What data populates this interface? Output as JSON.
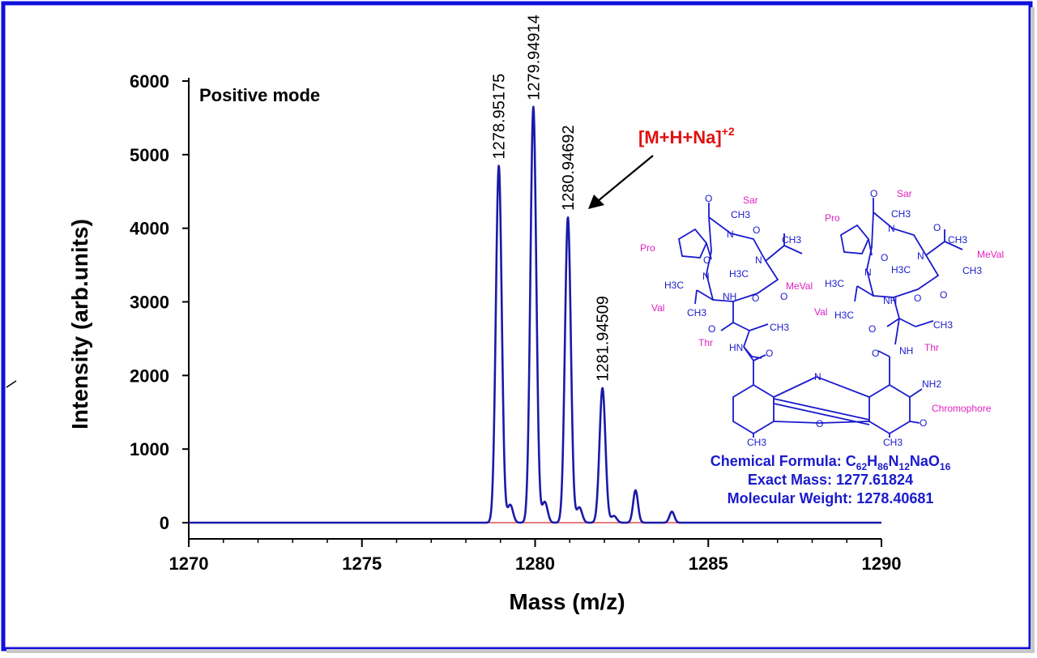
{
  "colors": {
    "frame": "#1010dd",
    "spectrum": "#1a1aa8",
    "baseline": "#e05050",
    "ion": "#e01010",
    "structure": "#1a1acc",
    "residue": "#e020c0"
  },
  "chart_data": {
    "type": "line",
    "xlabel": "Mass (m/z)",
    "ylabel": "Intensity (arb.units)",
    "xlim": [
      1270,
      1290
    ],
    "ylim": [
      0,
      6000
    ],
    "xticks": [
      1270,
      1275,
      1280,
      1285,
      1290
    ],
    "yticks": [
      0,
      1000,
      2000,
      3000,
      4000,
      5000,
      6000
    ],
    "grid": false,
    "peaks": [
      {
        "x": 1278.95175,
        "y": 4850,
        "label": "1278.95175"
      },
      {
        "x": 1279.94914,
        "y": 5650,
        "label": "1279.94914"
      },
      {
        "x": 1280.94692,
        "y": 4150,
        "label": "1280.94692"
      },
      {
        "x": 1281.94509,
        "y": 1830,
        "label": "1281.94509"
      }
    ],
    "minor_peaks": [
      {
        "x": 1282.9,
        "y": 440
      },
      {
        "x": 1283.95,
        "y": 150
      }
    ],
    "annotations": {
      "mode": "Positive mode",
      "ion_base": "[M+H+Na]",
      "ion_charge": "+2"
    }
  },
  "structure": {
    "residues": {
      "sar": "Sar",
      "pro": "Pro",
      "meval": "MeVal",
      "val": "Val",
      "thr": "Thr",
      "chromophore": "Chromophore"
    },
    "atoms": {
      "o": "O",
      "n": "N",
      "nh": "NH",
      "hn": "HN",
      "ch3": "CH3",
      "h3c": "H3C",
      "nh2": "NH2"
    },
    "info": {
      "formula_label": "Chemical Formula: ",
      "formula": "C62H86N12NaO16",
      "exact_mass": "Exact Mass: 1277.61824",
      "molecular_weight": "Molecular Weight: 1278.40681"
    }
  }
}
